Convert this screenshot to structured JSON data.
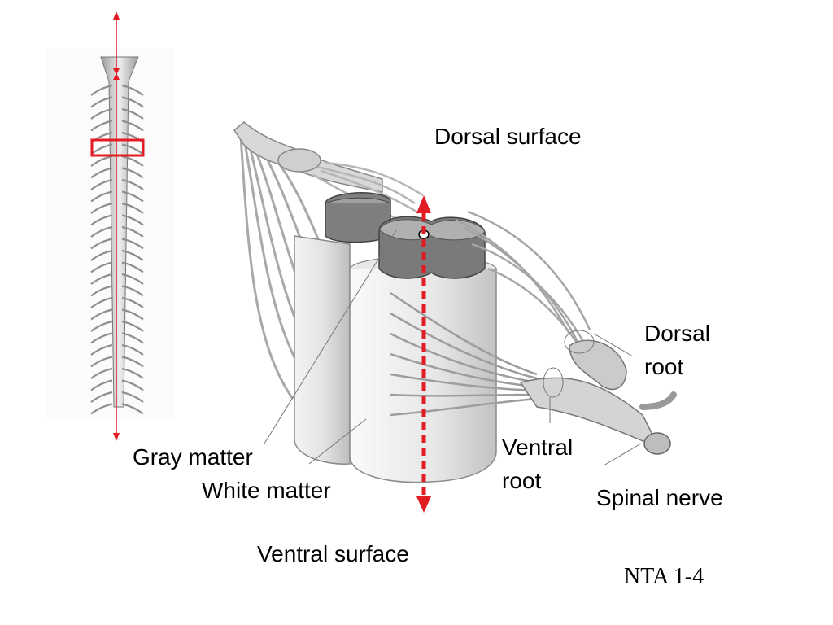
{
  "diagram": {
    "labels": {
      "dorsal_surface": "Dorsal surface",
      "ventral_surface": "Ventral surface",
      "gray_matter": "Gray matter",
      "white_matter": "White matter",
      "dorsal_root_line1": "Dorsal",
      "dorsal_root_line2": "root",
      "ventral_root_line1": "Ventral",
      "ventral_root_line2": "root",
      "spinal_nerve": "Spinal nerve",
      "reference": "NTA 1-4"
    },
    "colors": {
      "arrow": "#e31b23",
      "tissue_light": "#e6e6e6",
      "tissue_mid": "#c8c8c8",
      "tissue_dark": "#8a8a8a",
      "gray_matter": "#7a7a7a",
      "outline": "#555555"
    }
  }
}
